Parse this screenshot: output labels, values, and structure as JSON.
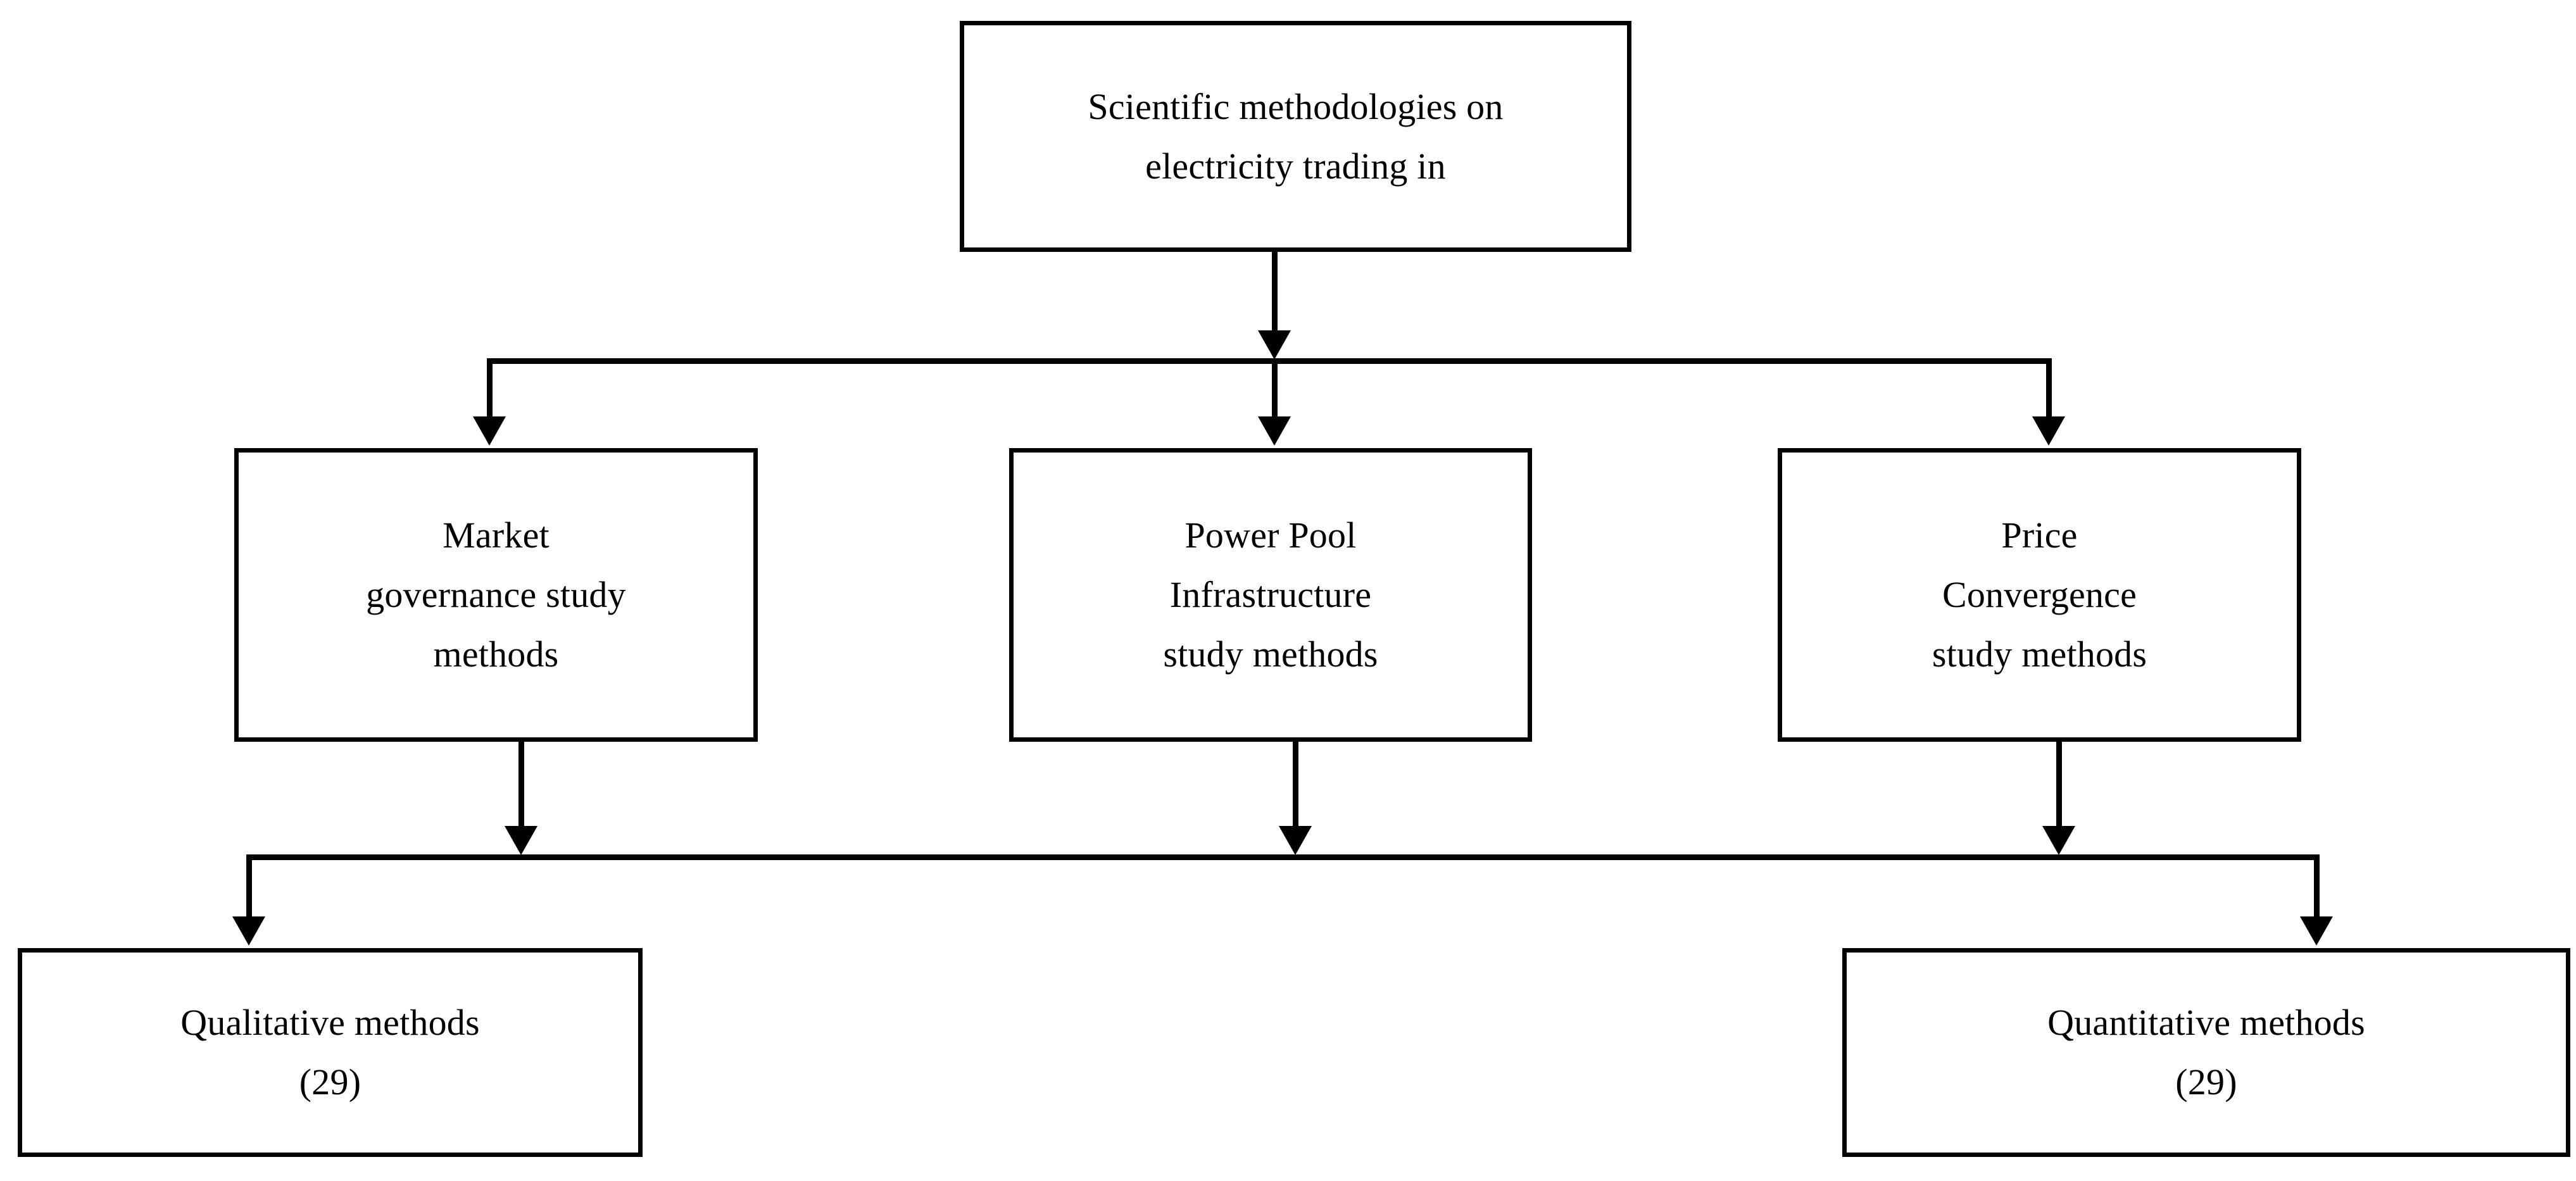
{
  "diagram": {
    "title_node": {
      "id": "root",
      "lines": [
        "Scientific methodologies on",
        "electricity trading in"
      ]
    },
    "category_nodes": [
      {
        "id": "market-governance",
        "lines": [
          "Market",
          "governance study",
          "methods"
        ]
      },
      {
        "id": "power-pool-infrastructure",
        "lines": [
          "Power Pool",
          "Infrastructure",
          "study methods"
        ]
      },
      {
        "id": "price-convergence",
        "lines": [
          "Price",
          "Convergence",
          "study methods"
        ]
      }
    ],
    "outcome_nodes": [
      {
        "id": "qualitative-methods",
        "lines": [
          "Qualitative methods",
          "(29)"
        ],
        "count": "(29)"
      },
      {
        "id": "quantitative-methods",
        "lines": [
          "Quantitative methods",
          "(29)"
        ],
        "count": "(29)"
      }
    ]
  },
  "style": {
    "stroke_color": "#000000",
    "fill_color": "#ffffff",
    "text_color": "#000000"
  }
}
